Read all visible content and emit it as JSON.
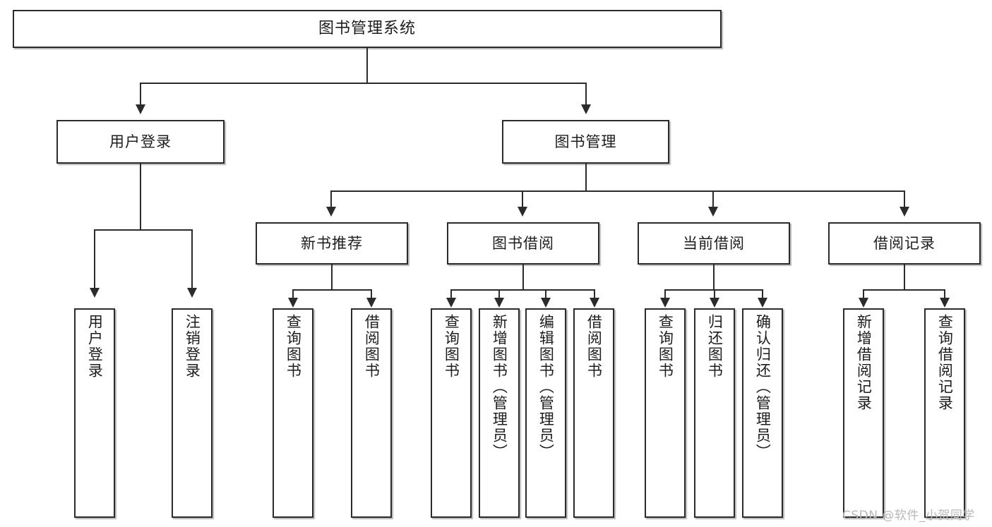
{
  "diagram": {
    "title": "图书管理系统",
    "root": {
      "label": "图书管理系统"
    },
    "level2": [
      {
        "label": "用户登录"
      },
      {
        "label": "图书管理"
      }
    ],
    "level3": [
      {
        "label": "新书推荐"
      },
      {
        "label": "图书借阅"
      },
      {
        "label": "当前借阅"
      },
      {
        "label": "借阅记录"
      }
    ],
    "leaves": {
      "user_login": [
        {
          "label": "用户登录"
        },
        {
          "label": "注销登录"
        }
      ],
      "new_book_recommend": [
        {
          "label": "查询图书"
        },
        {
          "label": "借阅图书"
        }
      ],
      "book_borrow": [
        {
          "label": "查询图书"
        },
        {
          "label": "新增图书（管理员）"
        },
        {
          "label": "编辑图书（管理员）"
        },
        {
          "label": "借阅图书"
        }
      ],
      "current_borrow": [
        {
          "label": "查询图书"
        },
        {
          "label": "归还图书"
        },
        {
          "label": "确认归还（管理员）"
        }
      ],
      "borrow_record": [
        {
          "label": "新增借阅记录"
        },
        {
          "label": "查询借阅记录"
        }
      ]
    }
  },
  "watermark": {
    "text": "CSDN @软件_小贺同学"
  },
  "colors": {
    "stroke": "#2b2b2b",
    "background": "#ffffff",
    "text": "#1d1d1d",
    "watermark": "#b9b9b9"
  }
}
